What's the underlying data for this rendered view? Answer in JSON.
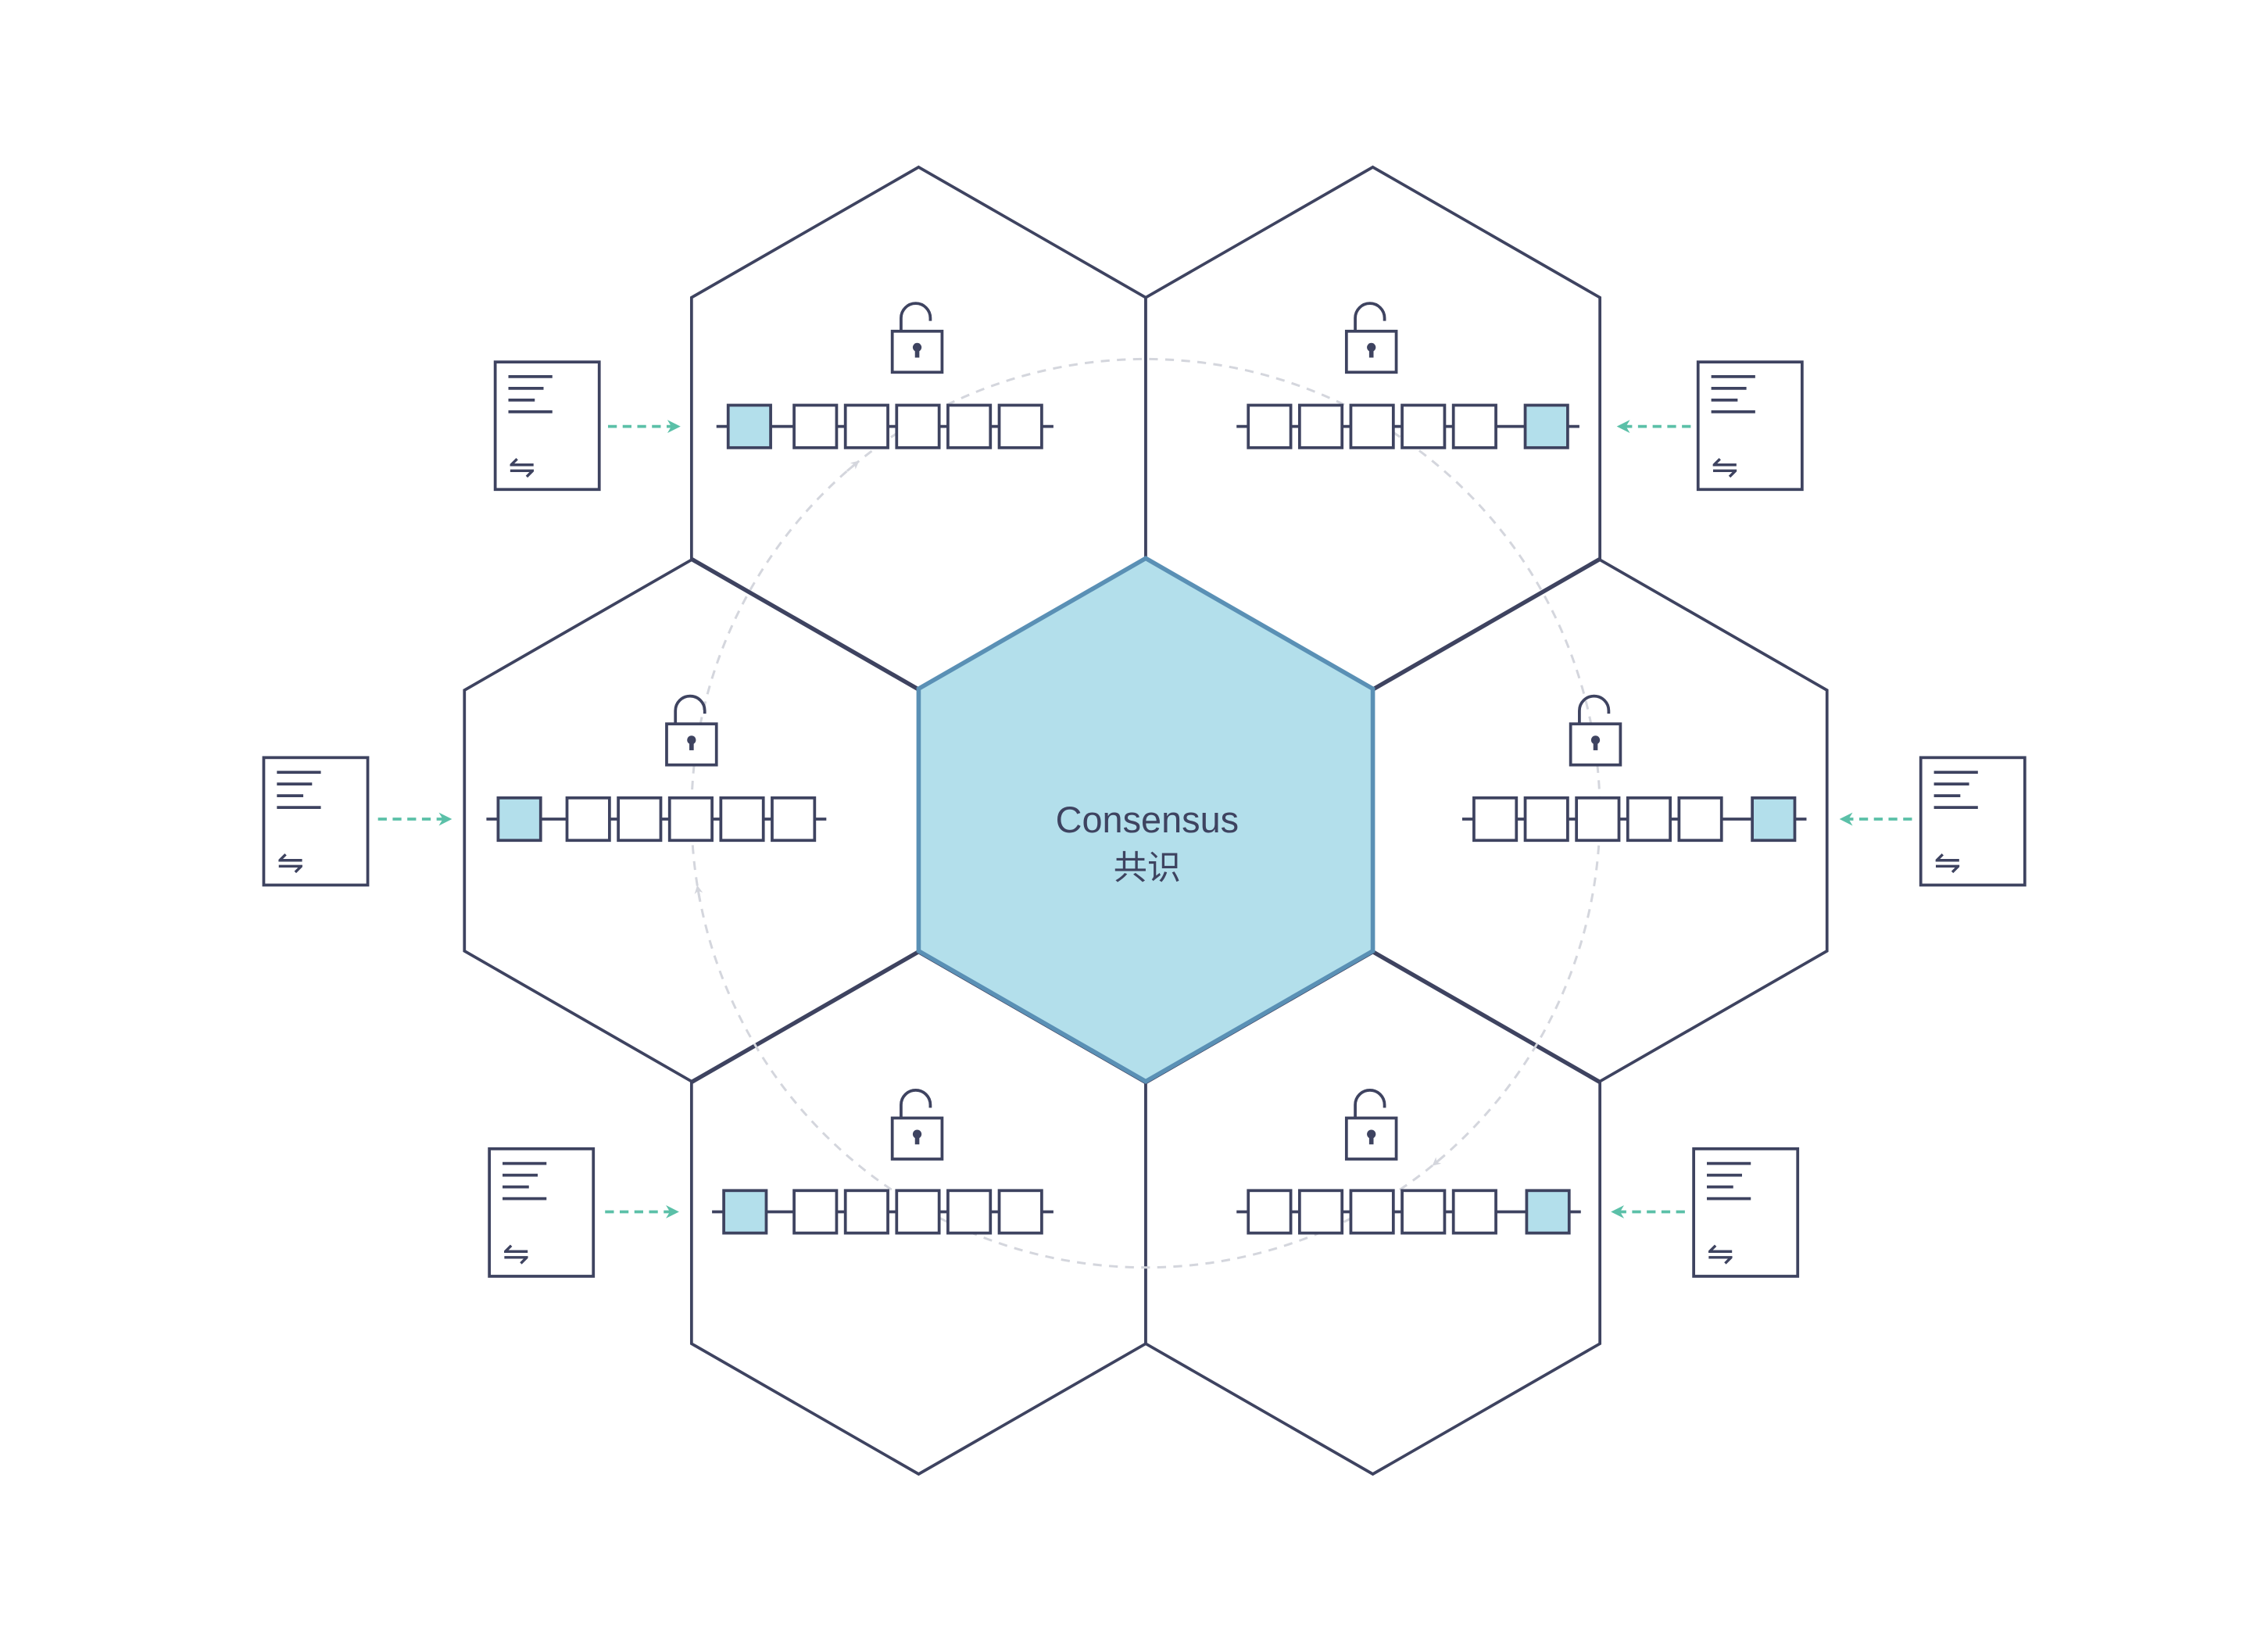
{
  "center": {
    "label_en": "Consensus",
    "label_zh": "共识"
  },
  "nodes": [
    {
      "id": "top-left",
      "new_block_side": "left",
      "doc_side": "left"
    },
    {
      "id": "top-right",
      "new_block_side": "right",
      "doc_side": "right"
    },
    {
      "id": "middle-left",
      "new_block_side": "left",
      "doc_side": "left"
    },
    {
      "id": "middle-right",
      "new_block_side": "right",
      "doc_side": "right"
    },
    {
      "id": "bottom-left",
      "new_block_side": "left",
      "doc_side": "left"
    },
    {
      "id": "bottom-right",
      "new_block_side": "right",
      "doc_side": "right"
    }
  ],
  "chain_block_count": 5,
  "icons": {
    "document": "document-icon",
    "lock": "padlock-icon",
    "transfer": "transfer-arrows-icon",
    "transfer_glyph": "⇋"
  },
  "colors": {
    "stroke": "#3e4360",
    "center_fill": "#b3dfeb",
    "center_stroke": "#5a90b5",
    "new_block_fill": "#b3dfeb",
    "arrow": "#5bc0a8",
    "cycle": "#d4d6dd",
    "text": "#3e4360"
  }
}
